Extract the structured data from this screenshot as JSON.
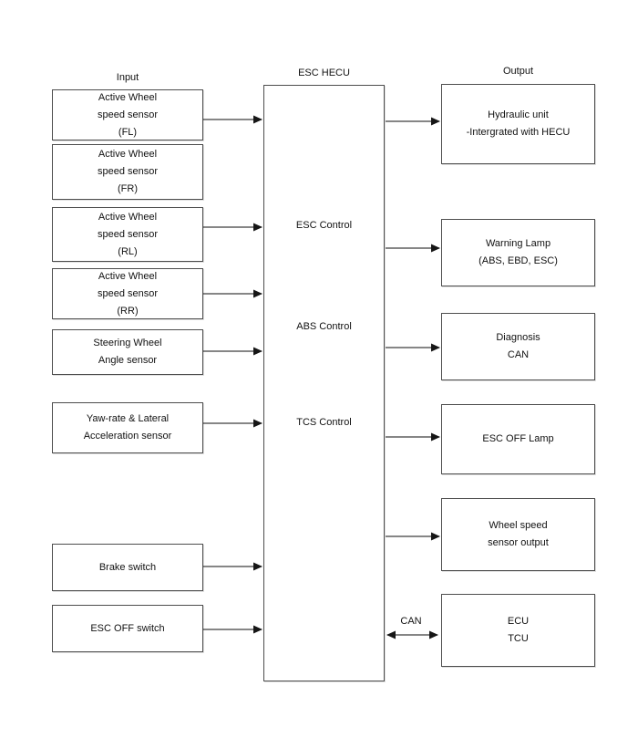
{
  "diagram": {
    "title_labels": {
      "input": "Input",
      "hecu": "ESC HECU",
      "output": "Output"
    },
    "input_boxes": [
      {
        "name": "wheel-speed-sensor-fl",
        "lines": [
          "Active Wheel",
          "speed sensor",
          "(FL)"
        ]
      },
      {
        "name": "wheel-speed-sensor-fr",
        "lines": [
          "Active Wheel",
          "speed sensor",
          "(FR)"
        ]
      },
      {
        "name": "wheel-speed-sensor-rl",
        "lines": [
          "Active Wheel",
          "speed sensor",
          "(RL)"
        ]
      },
      {
        "name": "wheel-speed-sensor-rr",
        "lines": [
          "Active Wheel",
          "speed sensor",
          "(RR)"
        ]
      },
      {
        "name": "steering-wheel-angle-sensor",
        "lines": [
          "Steering Wheel",
          "Angle sensor"
        ]
      },
      {
        "name": "yaw-rate-lateral-acceleration-sensor",
        "lines": [
          "Yaw-rate & Lateral",
          "Acceleration sensor"
        ]
      },
      {
        "name": "brake-switch",
        "lines": [
          "Brake switch"
        ]
      },
      {
        "name": "esc-off-switch",
        "lines": [
          "ESC OFF switch"
        ]
      }
    ],
    "hecu_functions": [
      "ESC Control",
      "ABS Control",
      "TCS Control"
    ],
    "output_boxes": [
      {
        "name": "hydraulic-unit",
        "lines": [
          "Hydraulic unit",
          "-Intergrated with HECU"
        ]
      },
      {
        "name": "warning-lamp",
        "lines": [
          "Warning Lamp",
          "(ABS, EBD, ESC)"
        ]
      },
      {
        "name": "diagnosis-can",
        "lines": [
          "Diagnosis",
          "CAN"
        ]
      },
      {
        "name": "esc-off-lamp",
        "lines": [
          "ESC OFF Lamp"
        ]
      },
      {
        "name": "wheel-speed-sensor-output",
        "lines": [
          "Wheel speed",
          "sensor output"
        ]
      },
      {
        "name": "ecu-tcu",
        "lines": [
          "ECU",
          "TCU"
        ]
      }
    ],
    "can_bus_label": "CAN"
  },
  "colors": {
    "background": "#ffffff",
    "box_border": "#4d4d4d",
    "line": "#3d3d3d",
    "arrowhead": "#161616",
    "text": "#111111"
  }
}
